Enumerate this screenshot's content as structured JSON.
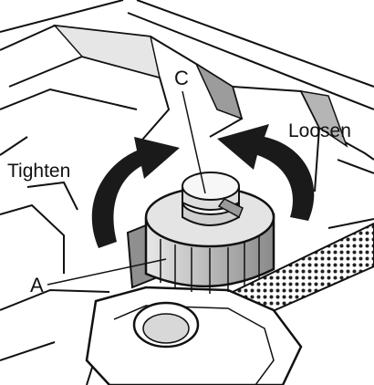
{
  "labels": {
    "c": "C",
    "loosen": "Loosen",
    "tighten": "Tighten",
    "a": "A"
  },
  "colors": {
    "line": "#111111",
    "shade": "#6e6e6e",
    "light": "#d4d4d4",
    "mid": "#a9a9a9",
    "arrow": "#1a1a1a",
    "background": "#ffffff"
  }
}
